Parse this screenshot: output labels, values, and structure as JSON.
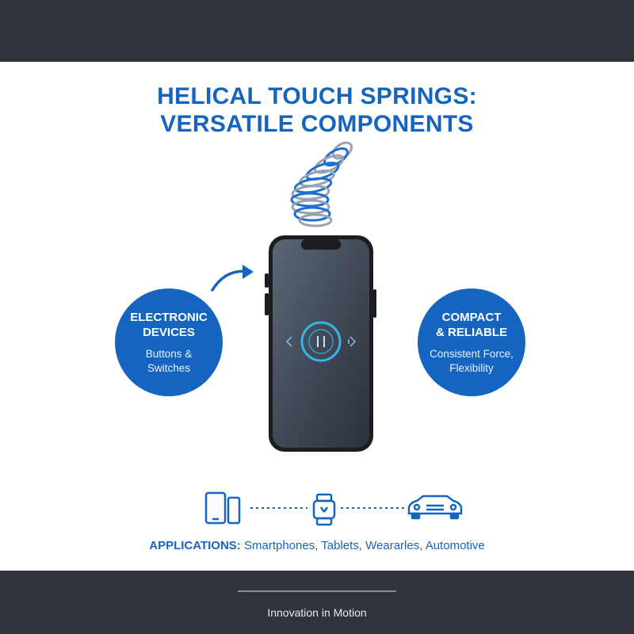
{
  "title": {
    "line1": "HELICAL TOUCH SPRINGS:",
    "line2": "VERSATILE COMPONENTS"
  },
  "left_badge": {
    "heading_line1": "ELECTRONIC",
    "heading_line2": "DEVICES",
    "sub_line1": "Buttons &",
    "sub_line2": "Switches"
  },
  "right_badge": {
    "heading_line1": "COMPACT",
    "heading_line2": "& RELIABLE",
    "sub_line1": "Consistent Force,",
    "sub_line2": "Flexibility"
  },
  "applications": {
    "label": "APPLICATIONS:",
    "text": "Smartphones, Tablets, Weararles, Automotive"
  },
  "footer": {
    "tagline": "Innovation in Motion"
  },
  "icons": [
    "spring-icon",
    "arrow-icon",
    "smartphone-icon",
    "phone-tablet-icon",
    "smartwatch-icon",
    "car-icon"
  ],
  "colors": {
    "brand_blue": "#1565c0",
    "dark_bar": "#2f333a",
    "accent_cyan": "#35b6e8"
  }
}
